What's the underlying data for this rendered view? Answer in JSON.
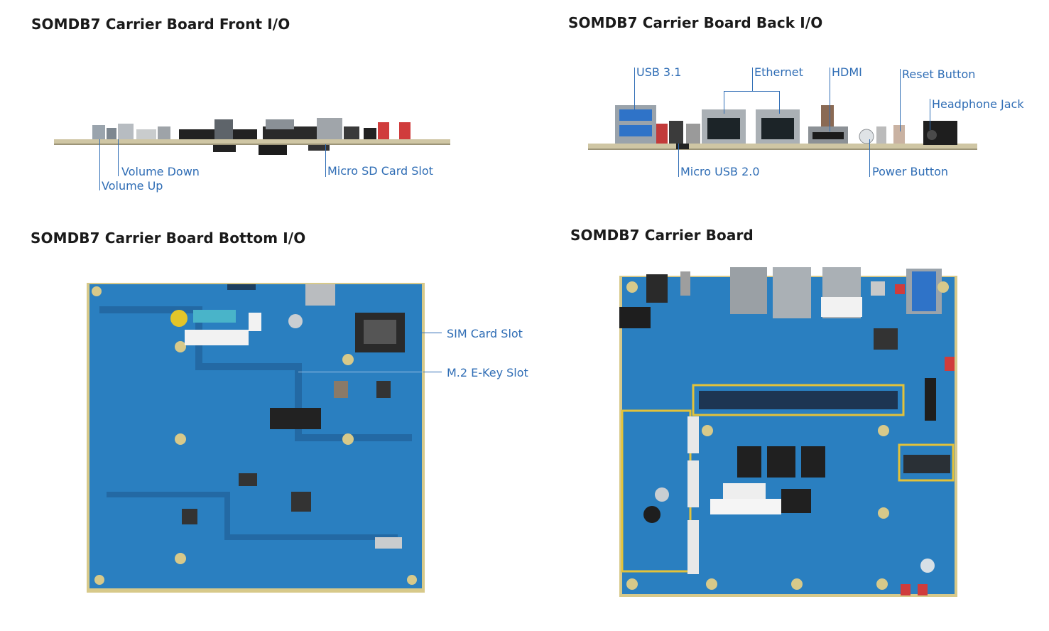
{
  "titles": {
    "front": "SOMDB7 Carrier Board Front I/O",
    "back": "SOMDB7 Carrier Board Back I/O",
    "bottom": "SOMDB7 Carrier Board Bottom I/O",
    "top": "SOMDB7 Carrier Board"
  },
  "front_labels": {
    "volume_down": "Volume Down",
    "volume_up": "Volume Up",
    "micro_sd": "Micro SD Card Slot"
  },
  "back_labels": {
    "usb31": "USB 3.1",
    "ethernet": "Ethernet",
    "hdmi": "HDMI",
    "reset": "Reset Button",
    "headphone": "Headphone Jack",
    "micro_usb": "Micro USB 2.0",
    "power": "Power Button"
  },
  "bottom_labels": {
    "sim": "SIM Card Slot",
    "m2": "M.2 E-Key Slot"
  },
  "colors": {
    "label": "#2f6db5",
    "pcb_blue": "#2a7fc0",
    "pcb_edge": "#d7c98a"
  }
}
